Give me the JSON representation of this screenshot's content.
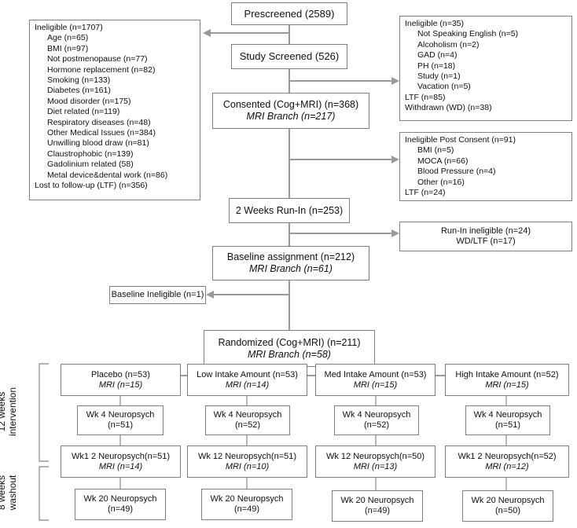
{
  "flow": {
    "prescreened": "Prescreened (2589)",
    "study_screened": "Study Screened (526)",
    "consented": {
      "line1": "Consented (Cog+MRI) (n=368)",
      "line2": "MRI Branch (n=217)"
    },
    "run_in": "2 Weeks Run-In (n=253)",
    "baseline": {
      "line1": "Baseline assignment (n=212)",
      "line2": "MRI Branch (n=61)"
    },
    "randomized": {
      "line1": "Randomized (Cog+MRI) (n=211)",
      "line2": "MRI Branch (n=58)"
    }
  },
  "ineligible_left": {
    "title": "Ineligible (n=1707)",
    "items": [
      "Age (n=65)",
      "BMI (n=97)",
      "Not postmenopause (n=77)",
      "Hormone replacement (n=82)",
      "Smoking (n=133)",
      "Diabetes (n=161)",
      "Mood disorder (n=175)",
      "Diet related (n=119)",
      "Respiratory diseases (n=48)",
      "Other Medical Issues (n=384)",
      "Unwilling blood draw (n=81)",
      "Claustrophobic (n=139)",
      "Gadolinium related (58)",
      "Metal device&dental work (n=86)"
    ],
    "footer": "Lost to follow-up (LTF) (n=356)"
  },
  "ineligible_right": {
    "title": "Ineligible (n=35)",
    "items": [
      "Not Speaking English (n=5)",
      "Alcoholism (n=2)",
      "GAD (n=4)",
      "PH (n=18)",
      "Study (n=1)",
      "Vacation (n=5)"
    ],
    "footer": [
      "LTF (n=85)",
      "Withdrawn (WD) (n=38)"
    ]
  },
  "post_consent": {
    "title": "Ineligible Post Consent (n=91)",
    "items": [
      "BMI (n=5)",
      "MOCA (n=66)",
      "Blood Pressure (n=4)",
      "Other (n=16)"
    ],
    "footer": "LTF (n=24)"
  },
  "run_in_ineligible": {
    "line1": "Run-In ineligible (n=24)",
    "line2": "WD/LTF (n=17)"
  },
  "baseline_ineligible": "Baseline Ineligible (n=1)",
  "side_labels": {
    "intervention": [
      "12 weeks",
      "intervention"
    ],
    "washout": [
      "8 weeks",
      "washout"
    ]
  },
  "arms": [
    {
      "name": "Placebo (n=53)",
      "mri": "MRI (n=15)",
      "wk4": [
        "Wk 4 Neuropsych",
        "(n=51)"
      ],
      "wk12": "Wk1 2 Neuropsych(n=51)",
      "wk12_mri": "MRI (n=14)",
      "wk20": [
        "Wk 20 Neuropsych",
        "(n=49)"
      ]
    },
    {
      "name": "Low Intake Amount (n=53)",
      "mri": "MRI (n=14)",
      "wk4": [
        "Wk 4 Neuropsych",
        "(n=52)"
      ],
      "wk12": "Wk 12 Neuropsych(n=51)",
      "wk12_mri": "MRI (n=10)",
      "wk20": [
        "Wk 20 Neuropsych",
        "(n=49)"
      ]
    },
    {
      "name": "Med Intake Amount (n=53)",
      "mri": "MRI (n=15)",
      "wk4": [
        "Wk 4 Neuropsych",
        "(n=52)"
      ],
      "wk12": "Wk 12 Neuropsych(n=50)",
      "wk12_mri": "MRI (n=13)",
      "wk20": [
        "Wk 20 Neuropsych",
        "(n=49)"
      ]
    },
    {
      "name": "High Intake Amount (n=52)",
      "mri": "MRI (n=15)",
      "wk4": [
        "Wk 4 Neuropsych",
        "(n=51)"
      ],
      "wk12": "Wk1 2 Neuropsych(n=52)",
      "wk12_mri": "MRI (n=12)",
      "wk20": [
        "Wk 20 Neuropsych",
        "(n=50)"
      ]
    }
  ]
}
